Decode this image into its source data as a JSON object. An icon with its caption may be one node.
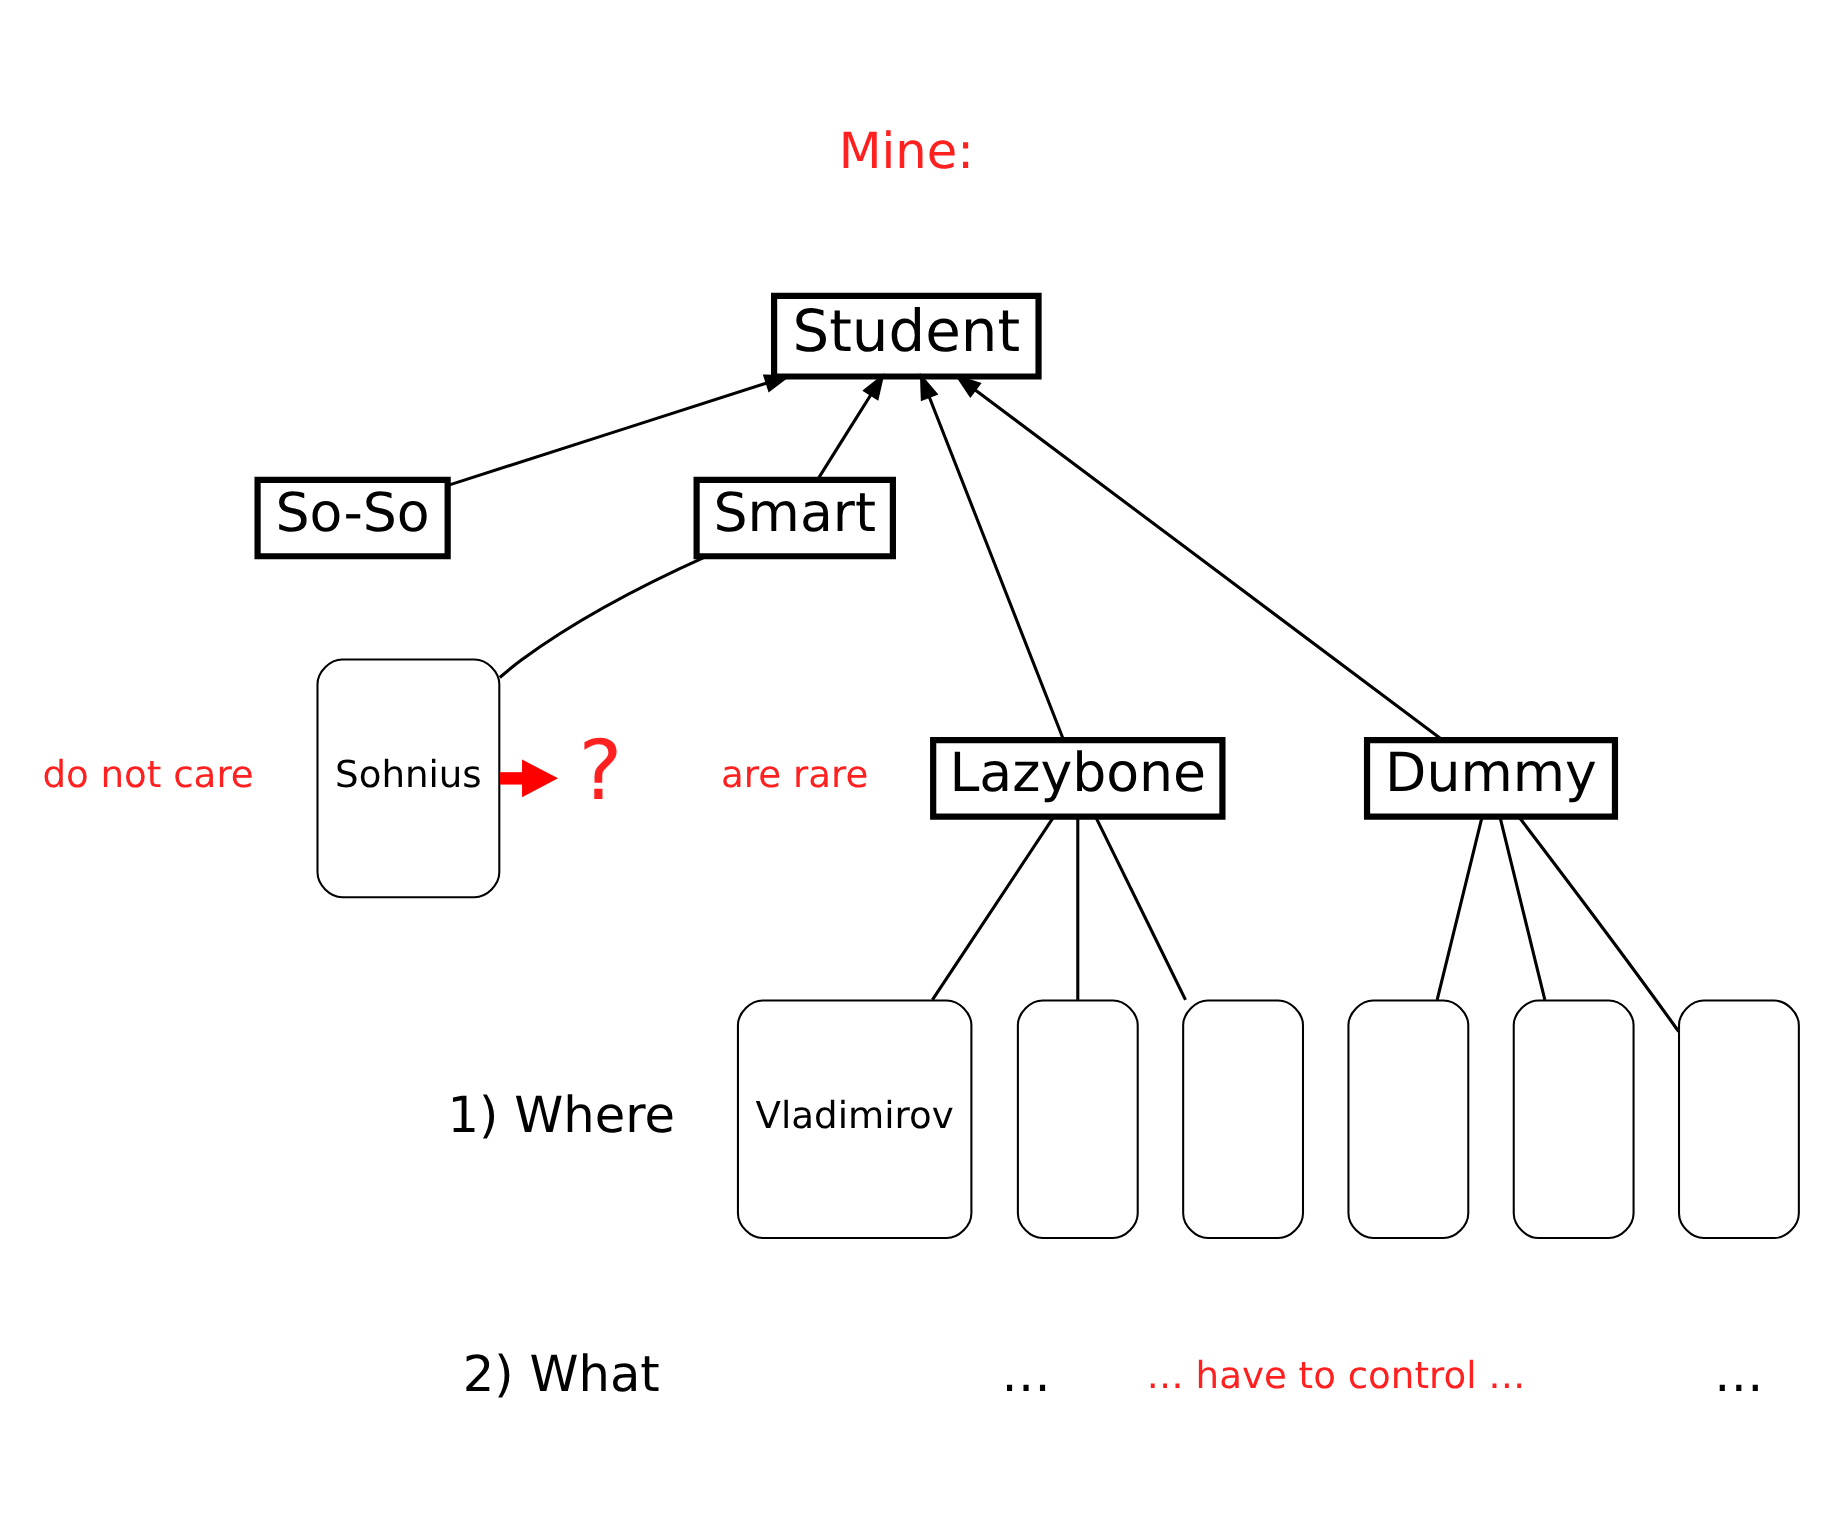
{
  "diagram": {
    "nodes": [
      {
        "text": [
          "Student"
        ]
      },
      {
        "text": [
          "So-So"
        ]
      },
      {
        "text": [
          "Smart"
        ]
      },
      {
        "text": [
          "Lazybone"
        ]
      },
      {
        "text": [
          "Dummy"
        ]
      },
      {
        "text": [
          "Sohnius"
        ]
      },
      {
        "text": [
          "Vladimirov"
        ]
      },
      {
        "text": [],
        "shape": "box"
      },
      {
        "text": [],
        "shape": "box"
      },
      {
        "text": [],
        "shape": "box"
      },
      {
        "text": [],
        "shape": "box"
      },
      {
        "text": [],
        "shape": "box"
      },
      {
        "text": [
          "?"
        ]
      }
    ],
    "edges": [
      {
        "from": 1,
        "to": 0,
        "arrow": "to"
      },
      {
        "from": 3,
        "to": 0,
        "arrow": "to"
      },
      {
        "from": 4,
        "to": 0,
        "arrow": "to"
      },
      {
        "from": 2,
        "to": 0,
        "arrow": "to"
      },
      {
        "from": 2,
        "to": 5,
        "arrow": "none"
      },
      {
        "from": 3,
        "to": 6,
        "arrow": "none"
      },
      {
        "from": 3,
        "to": 7,
        "arrow": "none"
      },
      {
        "from": 3,
        "to": 8,
        "arrow": "none"
      },
      {
        "from": 4,
        "to": 9,
        "arrow": "none"
      },
      {
        "from": 4,
        "to": 10,
        "arrow": "none"
      },
      {
        "from": 4,
        "to": 11,
        "arrow": "none"
      },
      {
        "from": 5,
        "to": 12,
        "arrow": "to",
        "style": "thick",
        "color": "#ff0000"
      }
    ],
    "labels": [
      "Mine:",
      "do not care",
      "are rare",
      "…",
      "…",
      "… have to control …",
      "1) Where",
      "2) What"
    ]
  }
}
